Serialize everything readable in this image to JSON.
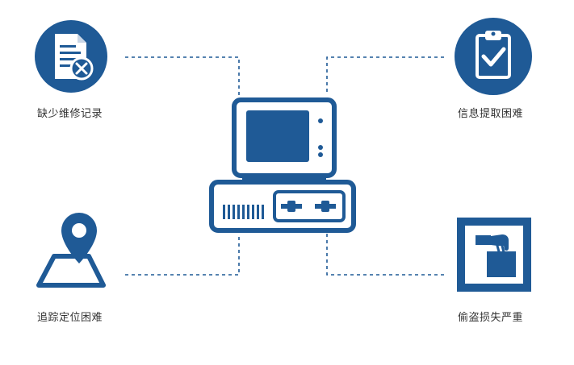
{
  "colors": {
    "primary": "#1f5a96",
    "connector": "#1f5a96",
    "text": "#333333",
    "background": "#ffffff"
  },
  "center": {
    "icon": "desktop-computer-icon"
  },
  "problems": [
    {
      "icon": "maintenance-document-icon",
      "label": "缺少维修记录"
    },
    {
      "icon": "clipboard-check-icon",
      "label": "信息提取困难"
    },
    {
      "icon": "location-pin-map-icon",
      "label": "追踪定位困难"
    },
    {
      "icon": "theft-hand-box-icon",
      "label": "偷盗损失严重"
    }
  ]
}
